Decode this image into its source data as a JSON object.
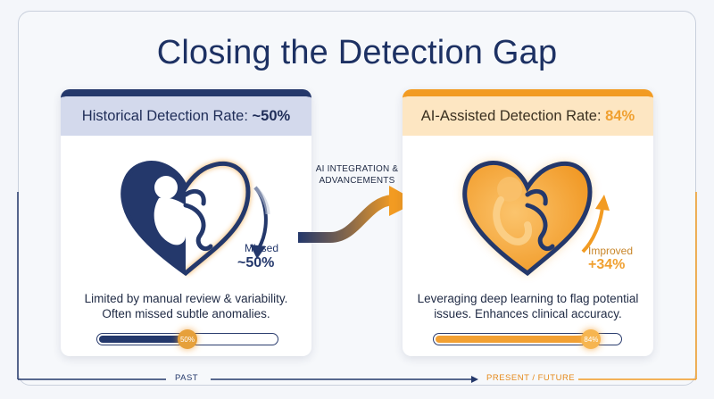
{
  "title": "Closing the Detection Gap",
  "colors": {
    "navy": "#24386b",
    "orange": "#f29b22",
    "navy_header_bg": "#d3d9ec",
    "orange_header_bg": "#fde6c2"
  },
  "historical": {
    "header_label": "Historical Detection Rate: ",
    "header_rate": "~50%",
    "note_label": "Missed",
    "note_value": "~50%",
    "description_line1": "Limited by manual review & variability.",
    "description_line2": "Often missed subtle anomalies.",
    "progress_label": "50%",
    "progress_value": 0.5,
    "icon": "heart-fetus-icon"
  },
  "ai_assisted": {
    "header_label": "AI-Assisted Detection Rate: ",
    "header_rate": "84%",
    "note_label": "Improved",
    "note_value": "+34%",
    "description_line1": "Leveraging deep learning to flag potential",
    "description_line2": "issues. Enhances clinical accuracy.",
    "progress_label": "84%",
    "progress_value": 0.84,
    "icon": "heart-fetus-icon"
  },
  "transition": {
    "line1": "AI INTEGRATION &",
    "line2": "ADVANCEMENTS"
  },
  "timeline": {
    "past": "PAST",
    "present": "PRESENT / FUTURE"
  }
}
